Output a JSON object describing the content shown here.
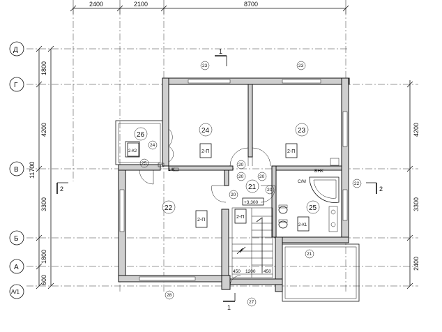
{
  "dimensions_top": [
    "2400",
    "2100",
    "8700"
  ],
  "dimensions_left": [
    "1800",
    "4200",
    "11700",
    "3300",
    "1800",
    "600"
  ],
  "dimensions_right": [
    "4200",
    "3300",
    "2400"
  ],
  "dimensions_bottom": [
    "450",
    "1200",
    "450"
  ],
  "axes": [
    "Д",
    "Г",
    "В",
    "Б",
    "А",
    "А/1"
  ],
  "section_marks": [
    "1",
    "1",
    "2",
    "2"
  ],
  "rooms": {
    "r22": "22",
    "r23": "23",
    "r24": "24",
    "r25": "25",
    "r26": "26",
    "r21": "21",
    "r23a": "23",
    "r23b": "23",
    "r24s": "24",
    "r25s": "25",
    "r20a": "20",
    "r20b": "20",
    "r20c": "20",
    "r20d": "20",
    "r20e": "20",
    "r28": "28",
    "r27": "27",
    "r21b": "21",
    "r22s": "22"
  },
  "tags": {
    "t24": "2-П",
    "t23": "2-П",
    "t22": "2-П",
    "t21": "2-П",
    "t26": "2-К2",
    "t25": "2-К1"
  },
  "level": "+3,300",
  "labels": {
    "cm": "С/М",
    "vnk": "ВНК",
    "zh": "1Ж"
  }
}
